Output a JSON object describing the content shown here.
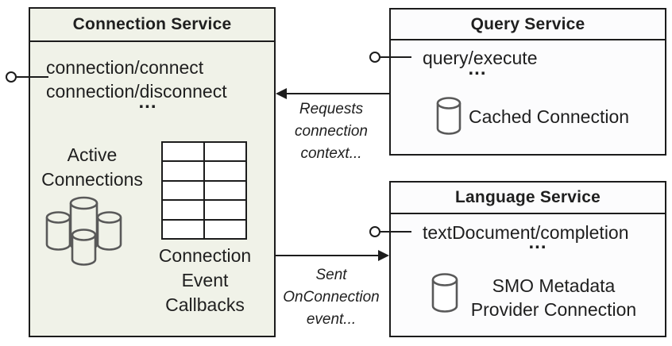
{
  "colors": {
    "border": "#1c1c1c",
    "text": "#1f1f1f",
    "connection_fill": "#f0f2e8",
    "service_fill": "#fcfcfd",
    "cylinder_stroke": "#595959"
  },
  "connection_service": {
    "title": "Connection Service",
    "methods": [
      "connection/connect",
      "connection/disconnect"
    ],
    "ellipsis": "...",
    "active_connections_lines": [
      "Active",
      "Connections"
    ],
    "callbacks_lines": [
      "Connection",
      "Event",
      "Callbacks"
    ],
    "grid": {
      "rows": 5,
      "cols": 2
    }
  },
  "query_service": {
    "title": "Query Service",
    "method": "query/execute",
    "ellipsis": "...",
    "cached_connection_label": "Cached Connection"
  },
  "language_service": {
    "title": "Language Service",
    "method": "textDocument/completion",
    "ellipsis": "...",
    "provider_lines": [
      "SMO Metadata",
      "Provider Connection"
    ]
  },
  "arrows": {
    "requests_connection": {
      "label_lines": [
        "Requests",
        "connection",
        "context..."
      ]
    },
    "sent_onconnection": {
      "label_lines": [
        "Sent",
        "OnConnection",
        "event..."
      ]
    }
  },
  "icons": {
    "database_cluster": "database-cluster-icon",
    "database": "database-icon",
    "provided_interface": "provided-interface-lollipop-icon",
    "arrow_left": "arrowhead-left-icon",
    "arrow_right": "arrowhead-right-icon"
  }
}
